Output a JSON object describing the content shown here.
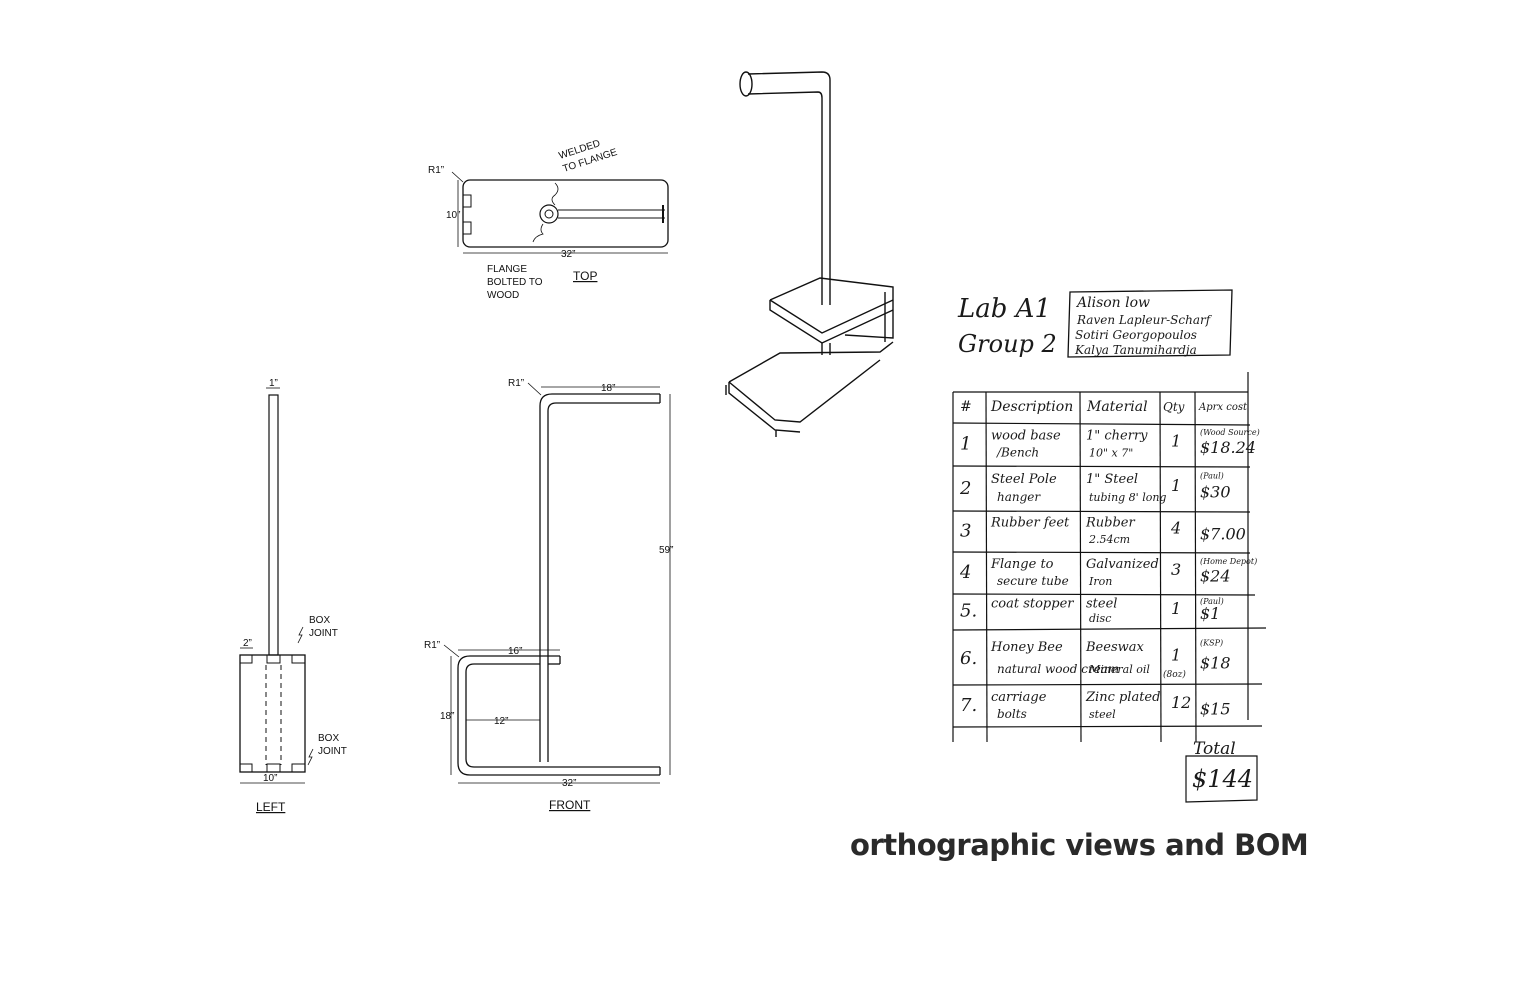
{
  "title": "orthographic views and BOM",
  "top_view": {
    "caption": "TOP",
    "radius": "R1”",
    "width": "10”",
    "length": "32”",
    "note_welded_1": "WELDED",
    "note_welded_2": "TO FLANGE",
    "note_flange_1": "FLANGE",
    "note_flange_2": "BOLTED TO",
    "note_flange_3": "WOOD"
  },
  "left_view": {
    "caption": "LEFT",
    "pole_dia": "1”",
    "joint_width": "2”",
    "width": "10”",
    "box_joint_top_1": "BOX",
    "box_joint_top_2": "JOINT",
    "box_joint_bottom_1": "BOX",
    "box_joint_bottom_2": "JOINT"
  },
  "front_view": {
    "caption": "FRONT",
    "radius_top": "R1”",
    "radius_bottom": "R1”",
    "arm": "18”",
    "height": "59”",
    "bench": "16”",
    "bench_height": "18”",
    "pole_offset": "12”",
    "length": "32”"
  },
  "lab_header": {
    "lab": "Lab A1",
    "group": "Group 2",
    "members": [
      "Alison low",
      "Raven Lapleur-Scharf",
      "Sotiri Georgopoulos",
      "Kalya Tanumihardja"
    ]
  },
  "bom": {
    "headers": [
      "#",
      "Description",
      "Material",
      "Qty",
      "Aprx cost"
    ],
    "rows": [
      {
        "num": "1",
        "desc1": "wood base",
        "desc2": "/Bench",
        "mat1": "1\" cherry",
        "mat2": "10\" x 7\"",
        "qty": "1",
        "qty2": "",
        "cost": "$18.24",
        "note": "(Wood Source)"
      },
      {
        "num": "2",
        "desc1": "Steel Pole",
        "desc2": "hanger",
        "mat1": "1\" Steel",
        "mat2": "tubing 8' long",
        "qty": "1",
        "qty2": "",
        "cost": "$30",
        "note": "(Paul)"
      },
      {
        "num": "3",
        "desc1": "Rubber feet",
        "desc2": "",
        "mat1": "Rubber",
        "mat2": "2.54cm",
        "qty": "4",
        "qty2": "",
        "cost": "$7.00",
        "note": ""
      },
      {
        "num": "4",
        "desc1": "Flange to",
        "desc2": "secure tube",
        "mat1": "Galvanized",
        "mat2": "Iron",
        "qty": "3",
        "qty2": "",
        "cost": "$24",
        "note": "(Home Depot)"
      },
      {
        "num": "5.",
        "desc1": "coat stopper",
        "desc2": "",
        "mat1": "steel",
        "mat2": "disc",
        "qty": "1",
        "qty2": "",
        "cost": "$1",
        "note": "(Paul)"
      },
      {
        "num": "6.",
        "desc1": "Honey Bee",
        "desc2": "natural wood cream",
        "mat1": "Beeswax",
        "mat2": "Mineral oil",
        "qty": "1",
        "qty2": "(8oz)",
        "cost": "$18",
        "note": "(KSP)"
      },
      {
        "num": "7.",
        "desc1": "carriage",
        "desc2": "bolts",
        "mat1": "Zinc plated",
        "mat2": "steel",
        "qty": "12",
        "qty2": "",
        "cost": "$15",
        "note": ""
      }
    ],
    "total_label": "Total",
    "total": "$144"
  }
}
